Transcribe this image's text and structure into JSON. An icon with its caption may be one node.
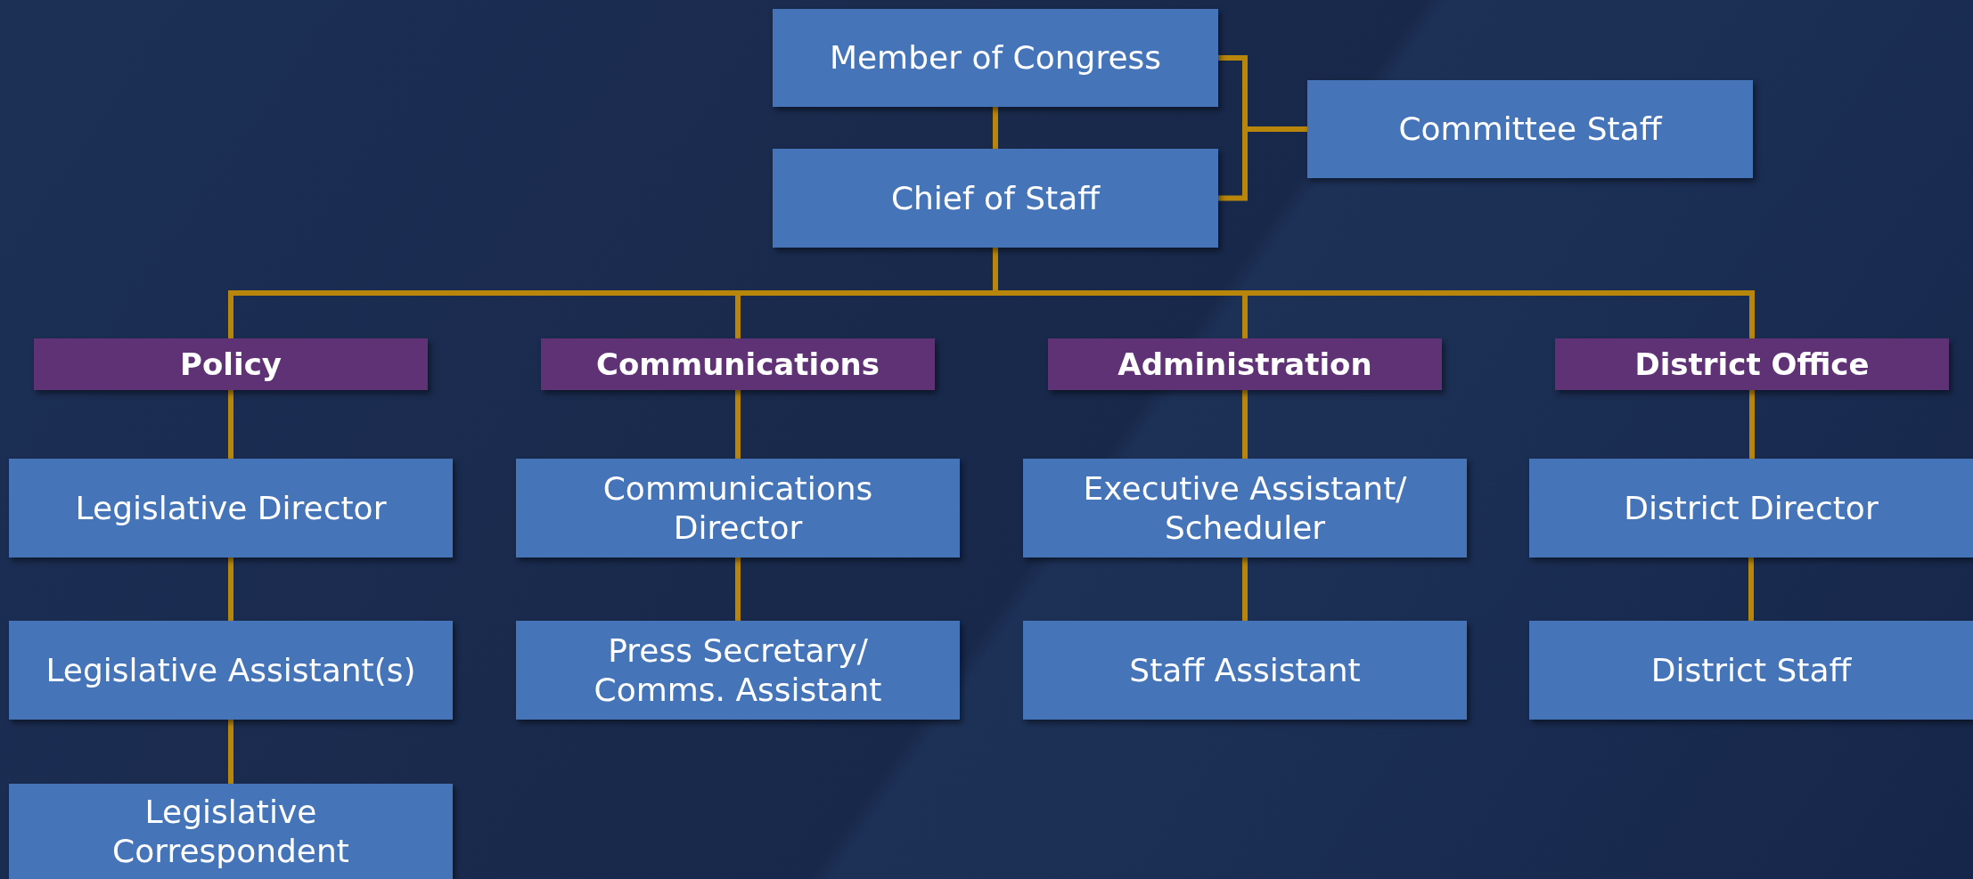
{
  "diagram": {
    "nodes": [
      {
        "text": [
          "Member of Congress"
        ]
      },
      {
        "text": [
          "Chief of Staff"
        ]
      },
      {
        "text": [
          "Committee Staff"
        ]
      },
      {
        "text": [
          "Policy"
        ]
      },
      {
        "text": [
          "Communications"
        ]
      },
      {
        "text": [
          "Administration"
        ]
      },
      {
        "text": [
          "District Office"
        ]
      },
      {
        "text": [
          "Legislative Director"
        ]
      },
      {
        "text": [
          "Communications Director"
        ]
      },
      {
        "text": [
          "Executive Assistant/ Scheduler"
        ]
      },
      {
        "text": [
          "District Director"
        ]
      },
      {
        "text": [
          "Legislative Assistant(s)"
        ]
      },
      {
        "text": [
          "Press Secretary/ Comms. Assistant"
        ]
      },
      {
        "text": [
          "Staff Assistant"
        ]
      },
      {
        "text": [
          "District Staff"
        ]
      },
      {
        "text": [
          "Legislative Correspondent"
        ]
      }
    ],
    "edges": [
      {
        "from": 0,
        "to": 1,
        "arrow": "none"
      },
      {
        "from": 0,
        "to": 2,
        "arrow": "none"
      },
      {
        "from": 1,
        "to": 2,
        "arrow": "none"
      },
      {
        "from": 1,
        "to": 3,
        "arrow": "none"
      },
      {
        "from": 1,
        "to": 4,
        "arrow": "none"
      },
      {
        "from": 1,
        "to": 5,
        "arrow": "none"
      },
      {
        "from": 1,
        "to": 6,
        "arrow": "none"
      },
      {
        "from": 3,
        "to": 7,
        "arrow": "none"
      },
      {
        "from": 7,
        "to": 11,
        "arrow": "none"
      },
      {
        "from": 11,
        "to": 15,
        "arrow": "none"
      },
      {
        "from": 4,
        "to": 8,
        "arrow": "none"
      },
      {
        "from": 8,
        "to": 12,
        "arrow": "none"
      },
      {
        "from": 5,
        "to": 9,
        "arrow": "none"
      },
      {
        "from": 9,
        "to": 13,
        "arrow": "none"
      },
      {
        "from": 6,
        "to": 10,
        "arrow": "none"
      },
      {
        "from": 10,
        "to": 14,
        "arrow": "none"
      }
    ]
  }
}
